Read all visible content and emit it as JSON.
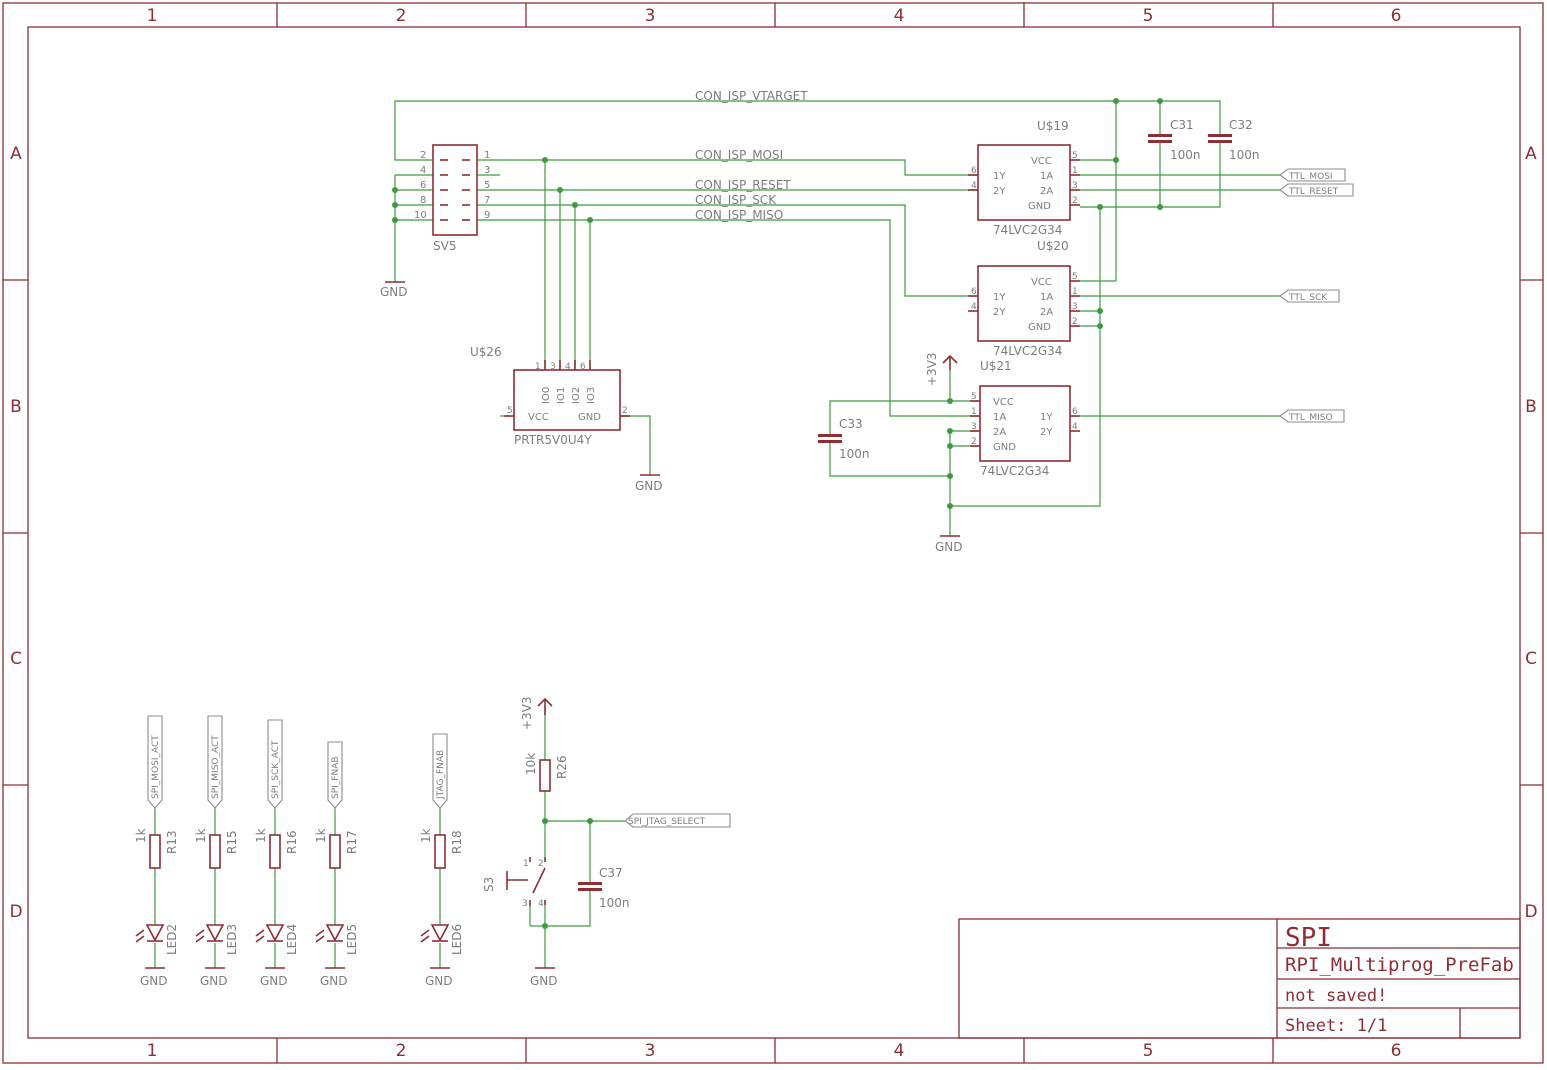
{
  "frame": {
    "columns": [
      "1",
      "2",
      "3",
      "4",
      "5",
      "6"
    ],
    "rows": [
      "A",
      "B",
      "C",
      "D"
    ]
  },
  "title_block": {
    "sheet_title": "SPI",
    "project": "RPI_Multiprog_PreFab",
    "status": "not saved!",
    "sheet": "Sheet: 1/1"
  },
  "nets": {
    "vtarget": "CON_ISP_VTARGET",
    "mosi": "CON_ISP_MOSI",
    "reset": "CON_ISP_RESET",
    "sck": "CON_ISP_SCK",
    "miso": "CON_ISP_MISO"
  },
  "ports": {
    "ttl_mosi": "TTL_MOSI",
    "ttl_reset": "TTL_RESET",
    "ttl_sck": "TTL_SCK",
    "ttl_miso": "TTL_MISO",
    "spi_jtag_select": "SPI_JTAG_SELECT",
    "spi_mosi_act": "SPI_MOSI_ACT",
    "spi_miso_act": "SPI_MISO_ACT",
    "spi_sck_act": "SPI_SCK_ACT",
    "spi_fnab": "SPI_FNAB",
    "jtag_fnab": "JTAG_FNAB"
  },
  "power": {
    "gnd": "GND",
    "v33": "+3V3"
  },
  "components": {
    "sv5": {
      "name": "SV5",
      "pins_left": [
        "2",
        "4",
        "6",
        "8",
        "10"
      ],
      "pins_right": [
        "1",
        "3",
        "5",
        "7",
        "9"
      ]
    },
    "u19": {
      "name": "U$19",
      "value": "74LVC2G34",
      "left_pins": [
        "6",
        "4"
      ],
      "left_labels": [
        "1Y",
        "2Y"
      ],
      "right_pins": [
        "5",
        "1",
        "3",
        "2"
      ],
      "right_labels": [
        "VCC",
        "1A",
        "2A",
        "GND"
      ]
    },
    "u20": {
      "name": "U$20",
      "value": "74LVC2G34",
      "left_pins": [
        "6",
        "4"
      ],
      "left_labels": [
        "1Y",
        "2Y"
      ],
      "right_pins": [
        "5",
        "1",
        "3",
        "2"
      ],
      "right_labels": [
        "VCC",
        "1A",
        "2A",
        "GND"
      ]
    },
    "u21": {
      "name": "U$21",
      "value": "74LVC2G34",
      "left_pins": [
        "5",
        "1",
        "3",
        "2"
      ],
      "left_labels": [
        "VCC",
        "1A",
        "2A",
        "GND"
      ],
      "right_pins": [
        "6",
        "4"
      ],
      "right_labels": [
        "1Y",
        "2Y"
      ]
    },
    "u26": {
      "name": "U$26",
      "value": "PRTR5V0U4Y",
      "top_pins": [
        "1",
        "3",
        "4",
        "6"
      ],
      "top_labels": [
        "IO0",
        "IO1",
        "IO2",
        "IO3"
      ],
      "vcc_pin": "5",
      "gnd_pin": "2",
      "vcc_label": "VCC",
      "gnd_label": "GND"
    },
    "c31": {
      "name": "C31",
      "value": "100n"
    },
    "c32": {
      "name": "C32",
      "value": "100n"
    },
    "c33": {
      "name": "C33",
      "value": "100n"
    },
    "c37": {
      "name": "C37",
      "value": "100n"
    },
    "r26": {
      "name": "R26",
      "value": "10k"
    },
    "s3": {
      "name": "S3",
      "pins": [
        "1",
        "2",
        "3",
        "4"
      ]
    },
    "leds": [
      {
        "r_name": "R13",
        "r_value": "1k",
        "led": "LED2"
      },
      {
        "r_name": "R15",
        "r_value": "1k",
        "led": "LED3"
      },
      {
        "r_name": "R16",
        "r_value": "1k",
        "led": "LED4"
      },
      {
        "r_name": "R17",
        "r_value": "1k",
        "led": "LED5"
      },
      {
        "r_name": "R18",
        "r_value": "1k",
        "led": "LED6"
      }
    ]
  }
}
